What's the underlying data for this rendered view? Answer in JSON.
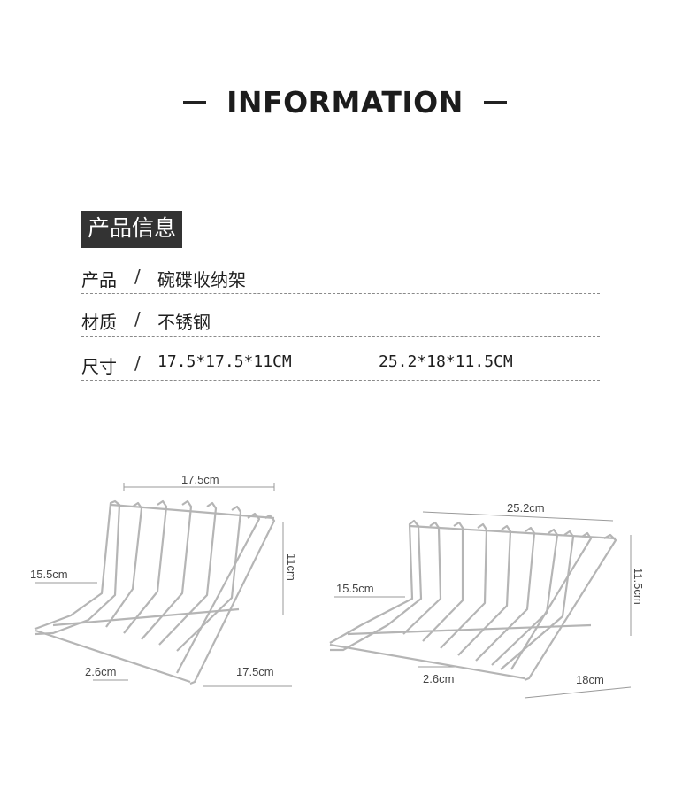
{
  "header": {
    "title": "INFORMATION"
  },
  "section": {
    "title": "产品信息"
  },
  "rows": [
    {
      "label": "产品",
      "sep": "/",
      "value": "碗碟收纳架",
      "value2": ""
    },
    {
      "label": "材质",
      "sep": "/",
      "value": "不锈钢",
      "value2": ""
    },
    {
      "label": "尺寸",
      "sep": "/",
      "value": "17.5*17.5*11CM",
      "value2": "25.2*18*11.5CM"
    }
  ],
  "small_rack": {
    "width": "17.5cm",
    "height": "11cm",
    "side": "15.5cm",
    "spacing": "2.6cm",
    "depth": "17.5cm"
  },
  "large_rack": {
    "width": "25.2cm",
    "height": "11.5cm",
    "side": "15.5cm",
    "spacing": "2.6cm",
    "depth": "18cm"
  }
}
